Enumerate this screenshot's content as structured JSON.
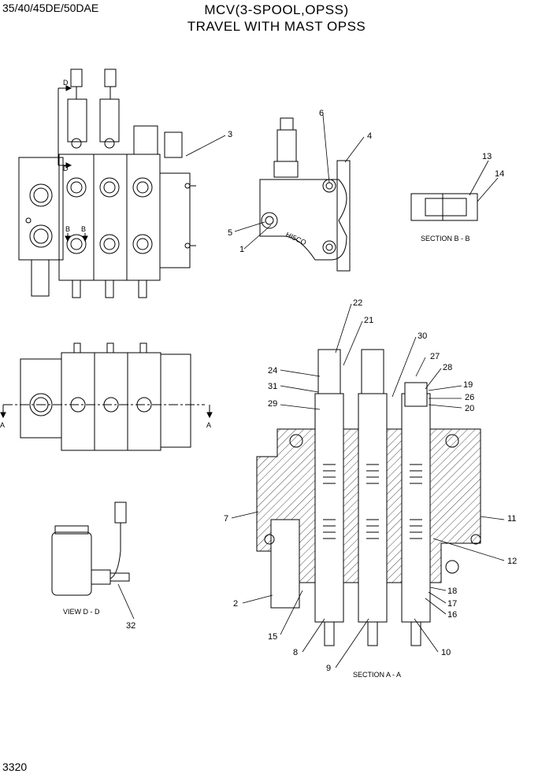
{
  "header": {
    "model_code": "35/40/45DE/50DAE",
    "title_line1": "MCV(3-SPOOL,OPSS)",
    "title_line2": "TRAVEL WITH MAST OPSS"
  },
  "footer": {
    "page_number": "3320"
  },
  "view_labels": {
    "section_bb": "SECTION B - B",
    "view_dd": "VIEW D - D",
    "section_aa": "SECTION A - A"
  },
  "section_marks": {
    "a": "A",
    "b": "B",
    "d": "D"
  },
  "part_numbers": [
    "1",
    "2",
    "3",
    "4",
    "5",
    "6",
    "7",
    "8",
    "9",
    "10",
    "11",
    "12",
    "13",
    "14",
    "15",
    "16",
    "17",
    "18",
    "19",
    "20",
    "21",
    "22",
    "24",
    "26",
    "27",
    "28",
    "29",
    "30",
    "31",
    "32"
  ],
  "nameplate": "HI5CO"
}
